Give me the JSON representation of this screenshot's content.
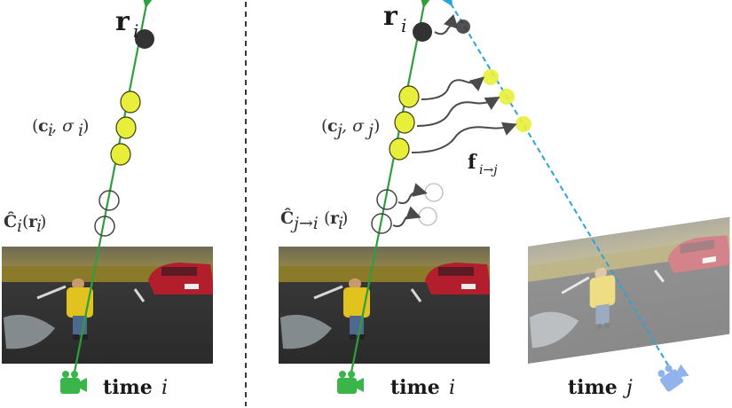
{
  "left_panel": {
    "ray_label": "r",
    "ray_sub": "i",
    "sample_label": "(c_i, σ_i)",
    "sample_label_parts": {
      "open": "(",
      "c": "c",
      "c_sub": "i",
      "comma": ", σ",
      "sigma_sub": "i",
      "close": ")"
    },
    "render_label_parts": {
      "C": "Ĉ",
      "C_sub": "i",
      "open": "(",
      "r": "r",
      "r_sub": "i",
      "close": ")"
    },
    "time_word": "time",
    "time_var": "i"
  },
  "right_panel": {
    "ray_label": "r",
    "ray_sub": "i",
    "sample_label_parts": {
      "open": "(",
      "c": "c",
      "c_sub": "j",
      "comma": ", σ",
      "sigma_sub": "j",
      "close": ")"
    },
    "flow_label_parts": {
      "f": "f",
      "f_sub": "i→j"
    },
    "render_label_parts": {
      "C": "Ĉ",
      "C_sub": "j→i",
      "open": "(",
      "r": "r",
      "r_sub": "i",
      "close": ")"
    },
    "time_i_word": "time",
    "time_i_var": "i",
    "time_j_word": "time",
    "time_j_var": "j"
  },
  "colors": {
    "ray_green": "#2e9e3e",
    "sample_yellow": "#e8ef3a",
    "sample_stroke": "#3b3b10",
    "dark_point": "#333333",
    "warped_ray_blue": "#2aa3d8",
    "camera_green": "#39b54a",
    "camera_blue": "#8fb3ea",
    "arrow_gray": "#4a4a4a",
    "divider": "#222222"
  },
  "icons": [
    "camera-icon-green-left",
    "camera-icon-green-right",
    "camera-icon-blue"
  ]
}
